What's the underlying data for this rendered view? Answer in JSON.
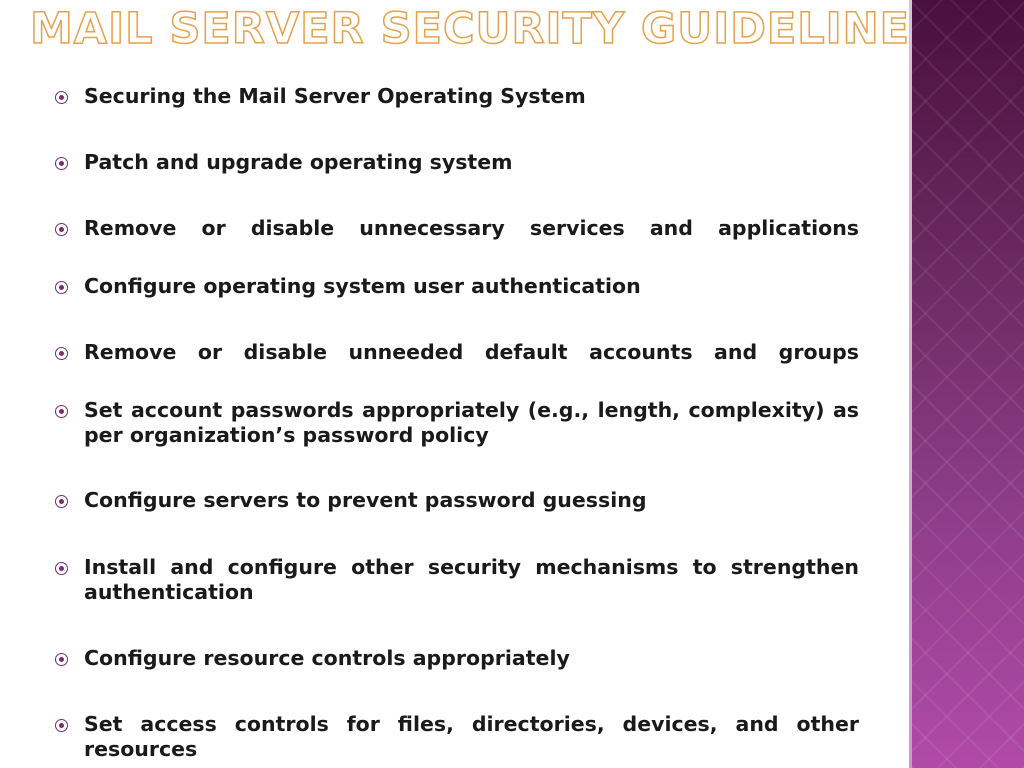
{
  "slide": {
    "title": "MAIL SERVER SECURITY GUIDELINE",
    "items": [
      {
        "text": "Securing the Mail Server Operating System"
      },
      {
        "text": "Patch and upgrade operating system"
      },
      {
        "text": "Remove or disable unnecessary services and applications"
      },
      {
        "text": "Configure operating system user authentication"
      },
      {
        "text": "Remove or disable unneeded default accounts and groups"
      },
      {
        "text": "Set account passwords appropriately (e.g., length, complexity) as per organization’s password policy"
      },
      {
        "text": "Configure servers to prevent password guessing"
      },
      {
        "text": "Install and configure other security mechanisms to strengthen authentication"
      },
      {
        "text": "Configure resource controls appropriately"
      },
      {
        "text": "Set access controls for files, directories, devices, and other resources"
      }
    ],
    "colors": {
      "title_outline": "#e6a14c",
      "bullet": "#7a2b74",
      "sidebar_top": "#4a0f3c",
      "sidebar_bottom": "#b04aa8"
    }
  }
}
